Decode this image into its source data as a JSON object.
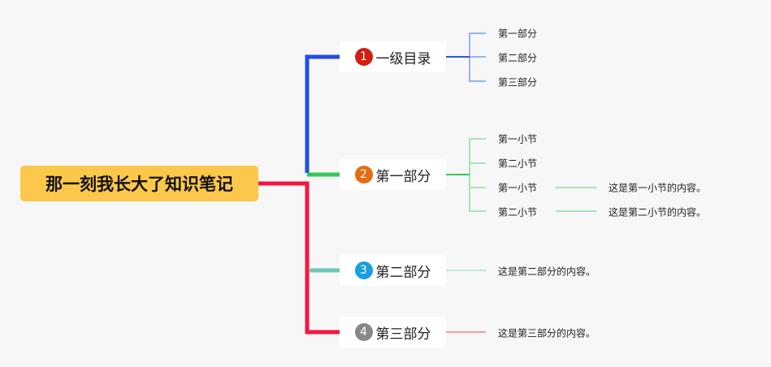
{
  "root": {
    "label": "那一刻我长大了知识笔记",
    "color": "#fcc84b"
  },
  "branches": [
    {
      "num": "1",
      "label": "一级目录",
      "badge_color": "#d0200e",
      "line_color": "#1e4fe6",
      "children": [
        "第一部分",
        "第二部分",
        "第三部分"
      ]
    },
    {
      "num": "2",
      "label": "第一部分",
      "badge_color": "#e36c14",
      "line_color": "#35c759",
      "children": [
        "第一小节",
        "第二小节",
        "第一小节",
        "第二小节"
      ],
      "details": [
        "这是第一小节的内容。",
        "这是第二小节的内容。"
      ]
    },
    {
      "num": "3",
      "label": "第二部分",
      "badge_color": "#1a9ee0",
      "line_color": "#6cc7b5",
      "content": "这是第二部分的内容。"
    },
    {
      "num": "4",
      "label": "第三部分",
      "badge_color": "#888888",
      "line_color": "#f5163f",
      "content": "这是第三部分的内容。"
    }
  ]
}
